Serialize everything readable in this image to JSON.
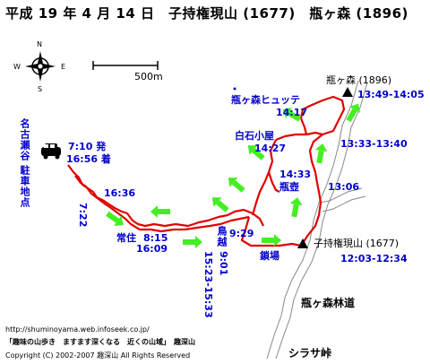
{
  "title": "平成 19 年 4 月 14 日　子持権現山 (1677)　瓶ヶ森 (1896)",
  "compass": {
    "n": "N",
    "e": "E",
    "s": "S",
    "w": "W"
  },
  "scale": {
    "label": "500m"
  },
  "peaks": {
    "kamegamori": {
      "name": "瓶ヶ森 (1896)",
      "time": "13:49-14:05"
    },
    "komochi": {
      "name": "子持権現山 (1677)",
      "time": "12:03-12:34"
    }
  },
  "points": {
    "hutte_name": "瓶ヶ森ヒュッテ",
    "hutte_time": "14:17",
    "shiraishi_name": "白石小屋",
    "shiraishi_time": "14:27",
    "kamegamori_junction_time": "13:33-13:40",
    "kame_tsubo_time": "14:33",
    "kame_tsubo_name": "瓶壺",
    "saddle_time": "13:06",
    "kusariba": "鎖場",
    "tsuneju_name": "常住",
    "tsuneju_time1": "8:15",
    "tsuneju_time2": "16:09",
    "mid_time": "16:36",
    "start_time_vertical": "7:22",
    "torigoe_name": "鳥越",
    "torigoe_time1": "9:29",
    "torigoe_time2": "9:01",
    "torigoe_time3": "15:23-15:33"
  },
  "parking": {
    "place_vertical": "名古瀬谷",
    "lot_vertical": "駐車地点",
    "depart": "7:10 発",
    "arrive": "16:56 着"
  },
  "roads": {
    "forest_road": "瓶ヶ森林道",
    "pass": "シラサ峠"
  },
  "footer": {
    "url": "http://shuminoyama.web.infoseek.co.jp/",
    "slogan": "「趣味の山歩き　ますます深くなる　近くの山域」　趣深山",
    "copyright": "Copyright (C) 2002-2007 趣深山 All Rights Reserved"
  },
  "colors": {
    "route": "#e00000",
    "arrow": "#44ee22",
    "label": "#0000cc",
    "road": "#888888"
  }
}
